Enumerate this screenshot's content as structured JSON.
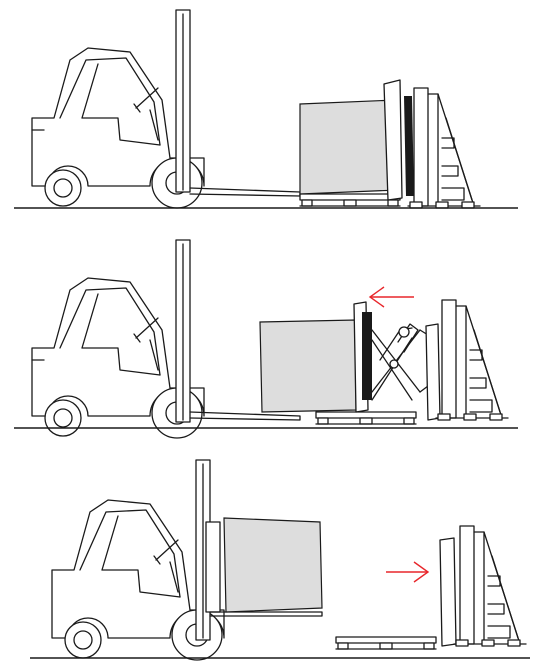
{
  "figure": {
    "panels": [
      {
        "id": "panel-1",
        "stage": "pallet-with-box-on-attachment"
      },
      {
        "id": "panel-2",
        "stage": "push-pull-extending",
        "arrow_direction": "left"
      },
      {
        "id": "panel-3",
        "stage": "box-transferred-to-forklift",
        "arrow_direction": "right"
      }
    ],
    "colors": {
      "line": "#1a1a1a",
      "box_fill": "#dddddd",
      "arrow": "#e8262b",
      "background": "#ffffff"
    }
  }
}
